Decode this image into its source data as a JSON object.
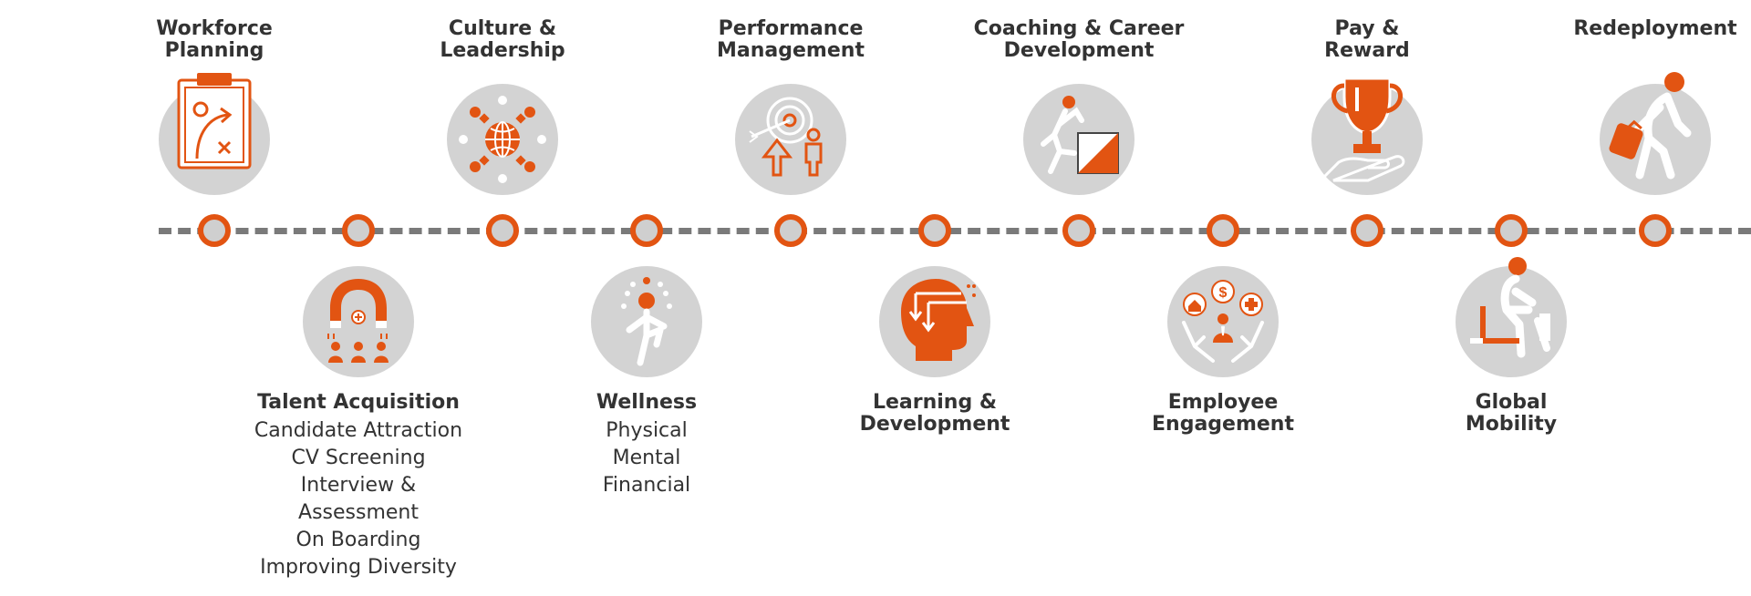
{
  "colors": {
    "accent": "#e25412",
    "circle": "#d3d3d3",
    "line": "#7a7a7a",
    "text": "#333333"
  },
  "top_items": [
    {
      "lines": [
        "Workforce",
        "Planning"
      ],
      "icon": "clipboard-strategy-icon"
    },
    {
      "lines": [
        "Culture &",
        "Leadership"
      ],
      "icon": "globe-team-icon"
    },
    {
      "lines": [
        "Performance",
        "Management"
      ],
      "icon": "target-growth-icon"
    },
    {
      "lines": [
        "Coaching & Career",
        "Development"
      ],
      "icon": "climbing-person-icon"
    },
    {
      "lines": [
        "Pay &",
        "Reward"
      ],
      "icon": "trophy-hand-icon"
    },
    {
      "lines": [
        "Redeployment"
      ],
      "icon": "walking-person-bag-icon"
    }
  ],
  "bottom_items": [
    {
      "lines": [
        "Talent Acquisition"
      ],
      "icon": "magnet-people-icon",
      "sub": [
        "Candidate Attraction",
        "CV Screening",
        "Interview &",
        "Assessment",
        "On Boarding",
        "Improving Diversity"
      ]
    },
    {
      "lines": [
        "Wellness"
      ],
      "icon": "balance-person-icon",
      "sub": [
        "Physical",
        "Mental",
        "Financial"
      ]
    },
    {
      "lines": [
        "Learning &",
        "Development"
      ],
      "icon": "head-learning-icon",
      "sub": []
    },
    {
      "lines": [
        "Employee",
        "Engagement"
      ],
      "icon": "hands-engagement-icon",
      "sub": []
    },
    {
      "lines": [
        "Global",
        "Mobility"
      ],
      "icon": "seated-person-laptop-icon",
      "sub": []
    }
  ]
}
